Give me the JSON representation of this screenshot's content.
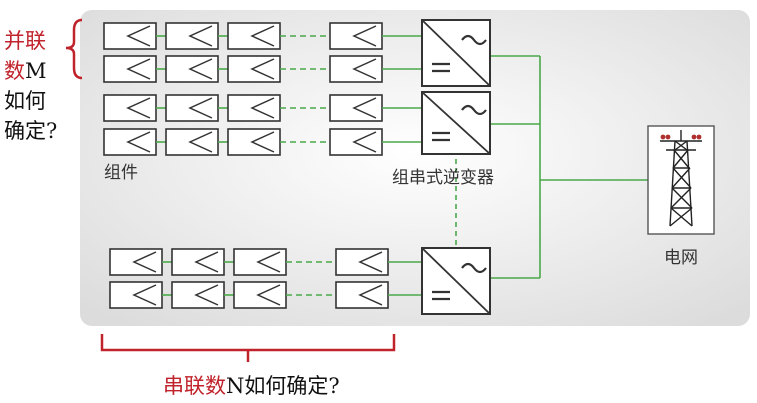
{
  "left_question": {
    "line1": "并联",
    "line2_red": "数",
    "line2_black": "M",
    "line3": "如何",
    "line4": "确定?"
  },
  "bottom_question": {
    "red": "串联数",
    "black": "N如何确定?"
  },
  "labels": {
    "modules": "组件",
    "inverter": "组串式逆变器",
    "grid": "电网"
  },
  "colors": {
    "accent_red": "#c0232b",
    "line_green": "#4aa84a",
    "panel_bg": "#e6e6e6",
    "stroke": "#333333"
  },
  "icons": {
    "pv_module": "pv-module-icon",
    "inverter": "dc-ac-inverter-icon",
    "grid": "transmission-tower-icon"
  }
}
